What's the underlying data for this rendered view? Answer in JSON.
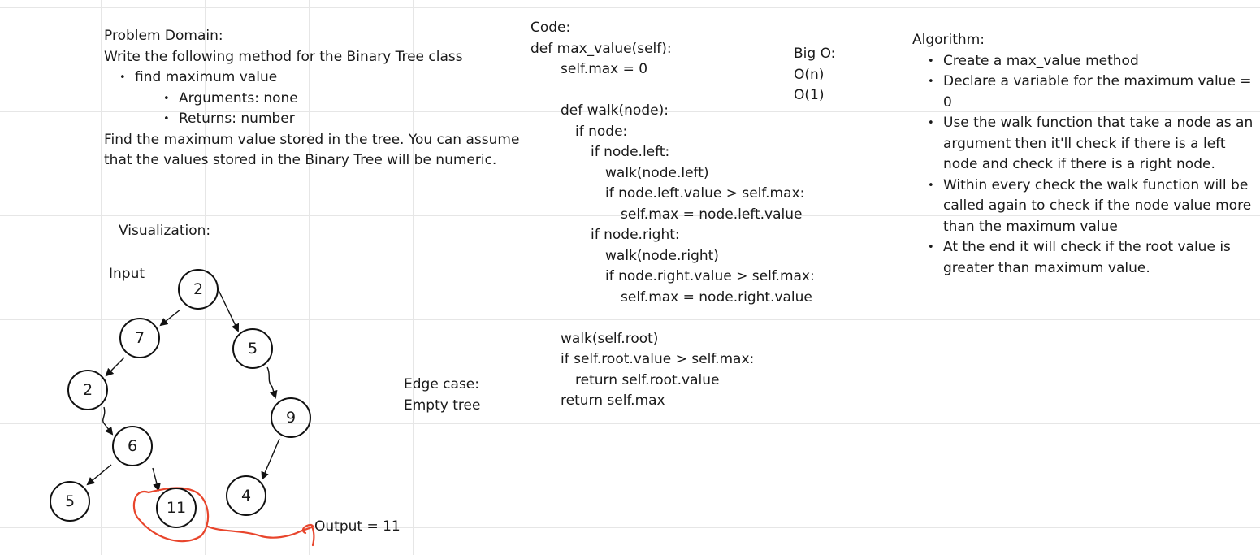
{
  "problem": {
    "heading": "Problem Domain:",
    "intro": "Write the following method for the Binary Tree class",
    "method": "find maximum value",
    "arguments": "Arguments: none",
    "returns": "Returns: number",
    "desc_line1": "Find the maximum value stored in the tree. You can assume",
    "desc_line2": "that the values stored in the Binary Tree will be numeric."
  },
  "visualization": {
    "heading": "Visualization:",
    "input_label": "Input",
    "output_label": "Output = 11",
    "tree_nodes": {
      "root": "2",
      "left": "7",
      "right": "5",
      "left_left": "2",
      "left_left_right": "6",
      "left_left_right_left": "5",
      "left_left_right_right": "11",
      "right_right": "9",
      "right_right_left": "4"
    },
    "highlight_color": "#e8452c"
  },
  "edge_case": {
    "label": "Edge case:",
    "value": "Empty tree"
  },
  "code": {
    "heading": "Code:",
    "lines": [
      "def max_value(self):",
      "self.max = 0",
      "",
      "def walk(node):",
      "if node:",
      "if node.left:",
      "walk(node.left)",
      "if node.left.value > self.max:",
      "self.max = node.left.value",
      "if node.right:",
      "walk(node.right)",
      "if node.right.value > self.max:",
      "self.max = node.right.value",
      "",
      "walk(self.root)",
      "if self.root.value > self.max:",
      "return self.root.value",
      "return self.max"
    ]
  },
  "big_o": {
    "heading": "Big O:",
    "time": "O(n)",
    "space": "O(1)"
  },
  "algorithm": {
    "heading": "Algorithm:",
    "steps": [
      "Create a max_value method",
      "Declare a variable for the maximum value = 0",
      " Use the walk function that take a node as an argument then it'll check if there is a left node and check if there is a right node.",
      "Within every check the walk function will be called again to check if the node value more than the maximum value",
      "At the end it will check if the root value is greater than maximum value."
    ]
  }
}
